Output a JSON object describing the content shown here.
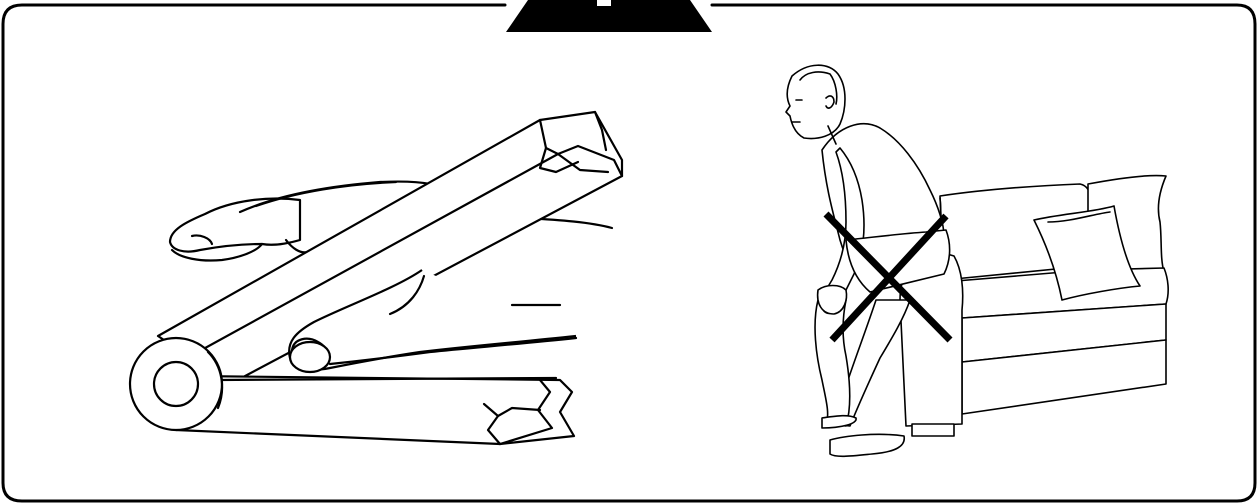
{
  "panel": {
    "step_tab_label": "",
    "colors": {
      "ink": "#000000",
      "paper": "#ffffff"
    }
  },
  "illustrations": [
    {
      "id": "hinge-pinch-warning",
      "icon": "finger-pinch-hazard"
    },
    {
      "id": "no-sitting-on-armrest",
      "icon": "prohibited-cross"
    }
  ]
}
